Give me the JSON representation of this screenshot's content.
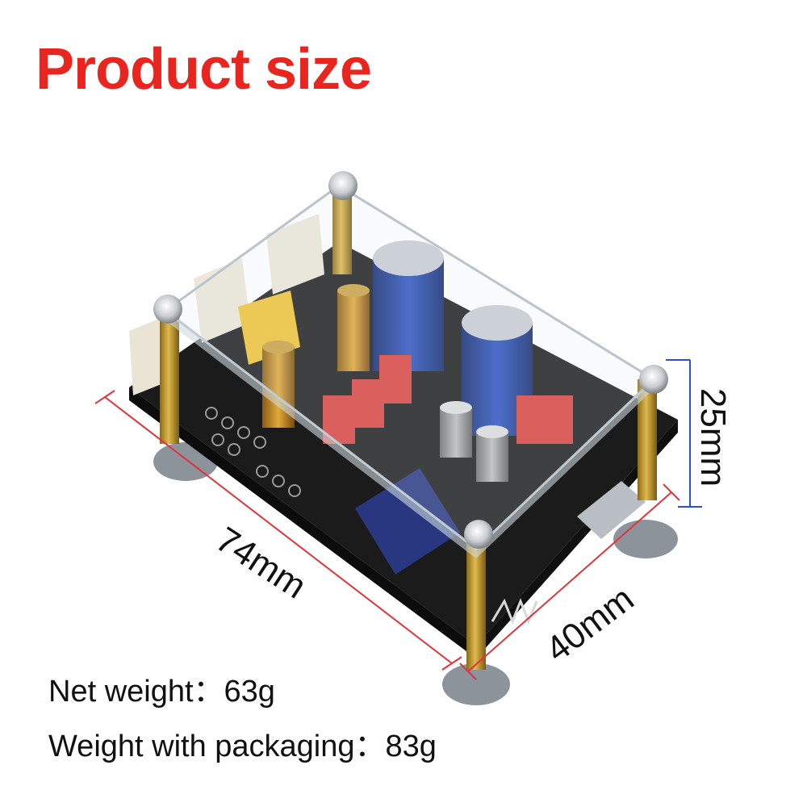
{
  "title": "Product size",
  "dimensions": {
    "length": "74mm",
    "width": "40mm",
    "height": "25mm"
  },
  "specs": {
    "net_weight": "Net weight：63g",
    "weight_with_packaging": "Weight with packaging：83g"
  },
  "colors": {
    "title": "#e8261f",
    "length_line": "#e0343a",
    "height_line": "#2a4fd0",
    "pcb": "#1b1b1b",
    "capacitor_blue": "#1f3f9e",
    "film_capacitor_red": "#d9423f"
  }
}
